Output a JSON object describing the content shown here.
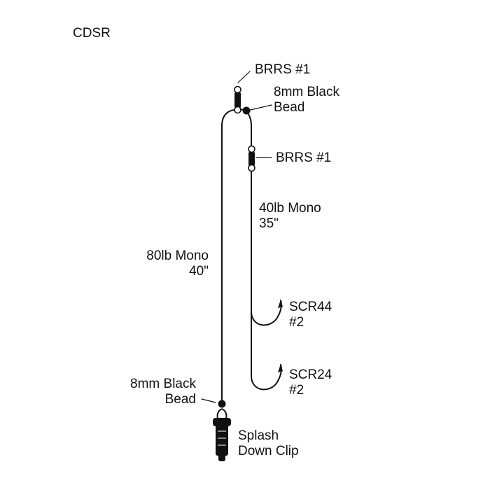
{
  "title": "CDSR",
  "labels": {
    "swivel_top": "BRRS #1",
    "bead_top_line1": "8mm Black",
    "bead_top_line2": "Bead",
    "swivel_mid": "BRRS #1",
    "leader_line1": "40lb Mono",
    "leader_line2": "35\"",
    "main_line1": "80lb Mono",
    "main_line2": "40\"",
    "hook1_line1": "SCR44",
    "hook1_line2": "#2",
    "hook2_line1": "SCR24",
    "hook2_line2": "#2",
    "bead_bottom_line1": "8mm Black",
    "bead_bottom_line2": "Bead",
    "clip_line1": "Splash",
    "clip_line2": "Down Clip"
  },
  "colors": {
    "ink": "#111111",
    "background": "#ffffff"
  }
}
